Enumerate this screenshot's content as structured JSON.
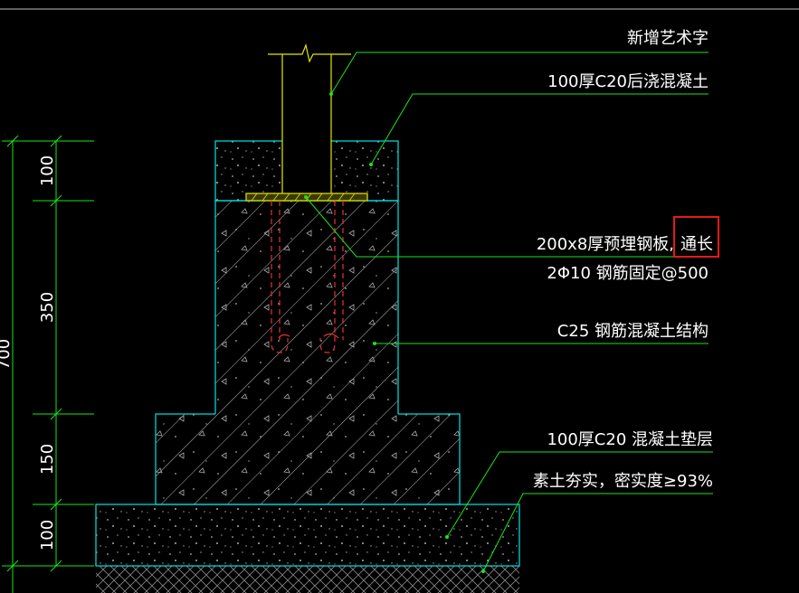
{
  "drawing": {
    "background": "#000000",
    "colors": {
      "outline": "#00e5e5",
      "leader": "#19e619",
      "column": "#e6e600",
      "plate": "#e6e600",
      "rebar": "#e63232",
      "highlight": "#e61919",
      "hatch": "#b8b8b8"
    },
    "labels": {
      "new_text": "新增艺术字",
      "post_concrete": "100厚C20后浇混凝土",
      "steel_plate_prefix": "200x8厚预埋钢板,",
      "steel_plate_suffix": "通长",
      "rebar_fix": "2Φ10 钢筋固定@500",
      "rc_structure": "C25 钢筋混凝土结构",
      "cushion": "100厚C20 混凝土垫层",
      "soil": "素土夯实，密实度≥93%"
    },
    "dimensions": {
      "total": "700",
      "d1": "100",
      "d2": "350",
      "d3": "150",
      "d4": "100"
    }
  }
}
